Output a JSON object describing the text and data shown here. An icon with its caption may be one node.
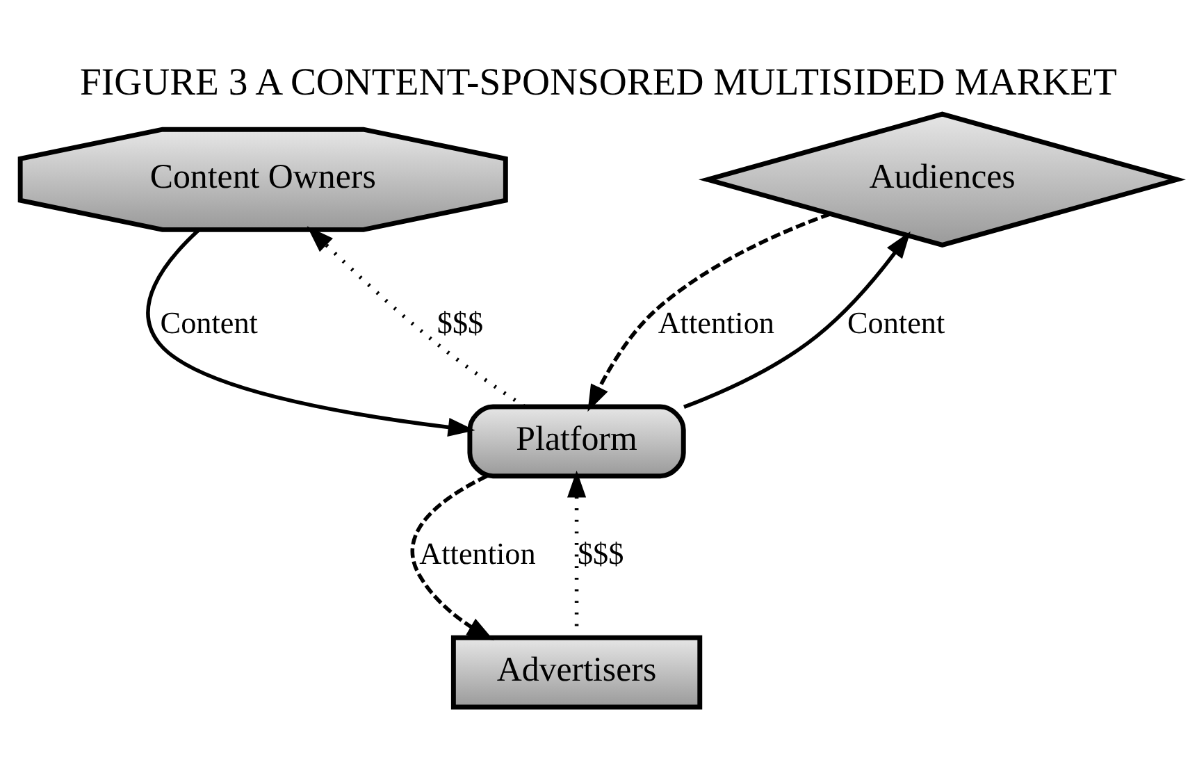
{
  "diagram": {
    "title": "FIGURE 3 A CONTENT-SPONSORED MULTISIDED MARKET",
    "nodes": [
      {
        "text": [
          "Content Owners"
        ]
      },
      {
        "text": [
          "Audiences"
        ]
      },
      {
        "text": [
          "Platform"
        ]
      },
      {
        "text": [
          "Advertisers"
        ]
      }
    ],
    "edges": [
      {
        "from": 0,
        "to": 2,
        "arrow": "to",
        "label": "Content"
      },
      {
        "from": 2,
        "to": 0,
        "arrow": "to",
        "label": "$$$",
        "style": "dashed"
      },
      {
        "from": 1,
        "to": 2,
        "arrow": "to",
        "label": "Attention",
        "style": "dashed"
      },
      {
        "from": 2,
        "to": 1,
        "arrow": "to",
        "label": "Content"
      },
      {
        "from": 3,
        "to": 2,
        "arrow": "to",
        "label": "$$$",
        "style": "dashed"
      },
      {
        "from": 2,
        "to": 3,
        "arrow": "to",
        "label": "Attention",
        "style": "dashed"
      }
    ]
  }
}
